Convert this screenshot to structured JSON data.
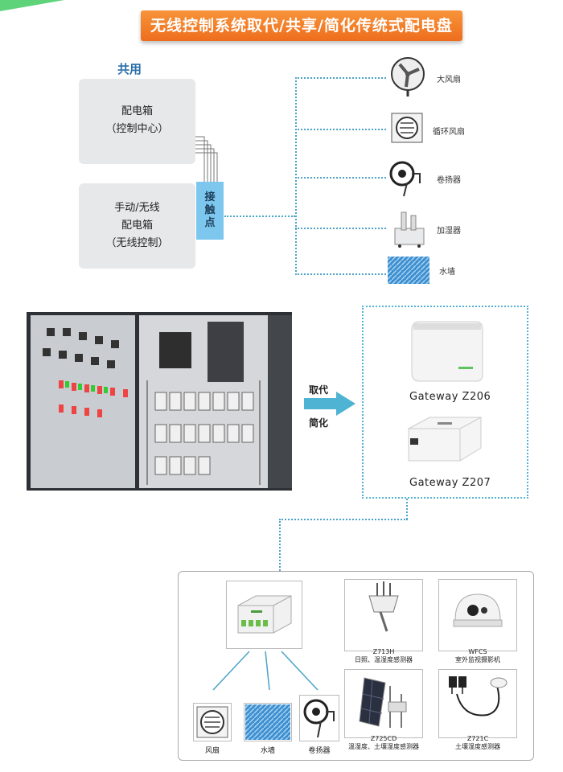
{
  "header": {
    "title": "无线控制系统取代/共享/简化传统式配电盘"
  },
  "top_diagram": {
    "shared_label": "共用",
    "box1": {
      "line1": "配电箱",
      "line2": "（控制中心）"
    },
    "box2": {
      "line1": "手动/无线",
      "line2": "配电箱",
      "line3": "（无线控制）"
    },
    "contact_label": [
      "接",
      "触",
      "点"
    ],
    "devices": [
      {
        "label": "大风扇",
        "icon": "wall-fan-icon"
      },
      {
        "label": "循环风扇",
        "icon": "exhaust-fan-icon"
      },
      {
        "label": "卷扬器",
        "icon": "winch-icon"
      },
      {
        "label": "加湿器",
        "icon": "humidifier-icon"
      },
      {
        "label": "水墙",
        "icon": "water-wall-icon"
      }
    ]
  },
  "middle": {
    "replace_label": "取代",
    "simplify_label": "简化",
    "gateways": [
      {
        "name": "Gateway  Z206"
      },
      {
        "name": "Gateway  Z207"
      }
    ]
  },
  "bottom_panel": {
    "sensors": [
      {
        "code": "Z713H",
        "desc": "日照、温湿度感测器"
      },
      {
        "code": "WFCS",
        "desc": "室外监视摄影机"
      },
      {
        "code": "Z725CD",
        "desc": "温湿度、土壤湿度感测器"
      },
      {
        "code": "Z721C",
        "desc": "土壤湿度感测器"
      }
    ],
    "outputs": [
      {
        "label": "风扇",
        "icon": "exhaust-fan-icon"
      },
      {
        "label": "水墙",
        "icon": "water-wall-icon"
      },
      {
        "label": "卷扬器",
        "icon": "winch-icon"
      }
    ]
  },
  "colors": {
    "banner": "#f07f2a",
    "accent": "#4aa3c8",
    "contact": "#7dc7ee",
    "box": "#e7e8ea"
  }
}
